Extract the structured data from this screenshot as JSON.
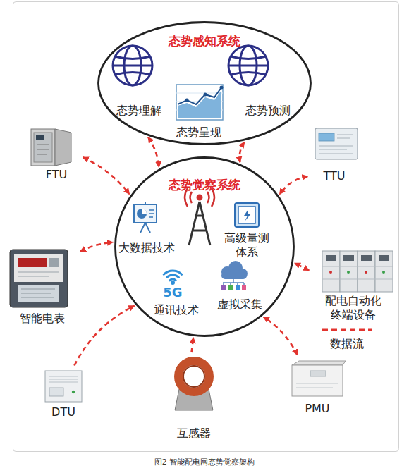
{
  "diagram": {
    "caption": "图2 智能配电网态势觉察架构",
    "nodes": [
      {
        "text": [
          "态势感知系统",
          "态势理解",
          "态势预测",
          "态势呈现"
        ]
      },
      {
        "text": [
          "FTU"
        ]
      },
      {
        "text": [
          "TTU"
        ]
      },
      {
        "text": [
          "态势觉察系统",
          "大数据技术",
          "高级量测体系",
          "5G",
          "通讯技术",
          "虚拟采集"
        ]
      },
      {
        "text": [
          "智能电表"
        ]
      },
      {
        "text": [
          "配电自动化终端设备"
        ]
      },
      {
        "text": [
          "DTU"
        ]
      },
      {
        "text": [
          "互感器"
        ]
      },
      {
        "text": [
          "PMU"
        ]
      }
    ],
    "edges": [
      {
        "from": 0,
        "to": 3,
        "arrow": "both"
      },
      {
        "from": 0,
        "to": 3,
        "arrow": "both"
      },
      {
        "from": 1,
        "to": 3,
        "arrow": "both"
      },
      {
        "from": 2,
        "to": 3,
        "arrow": "both"
      },
      {
        "from": 4,
        "to": 3,
        "arrow": "both"
      },
      {
        "from": 5,
        "to": 3,
        "arrow": "both"
      },
      {
        "from": 6,
        "to": 3,
        "arrow": "to"
      },
      {
        "from": 7,
        "to": 3,
        "arrow": "to"
      },
      {
        "from": 8,
        "to": 3,
        "arrow": "both"
      }
    ],
    "legend": [
      {
        "text": "数据流"
      }
    ]
  }
}
